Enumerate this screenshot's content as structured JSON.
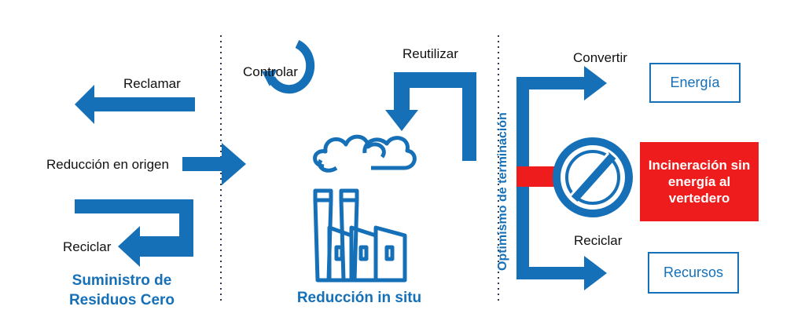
{
  "left": {
    "reclamar": "Reclamar",
    "reduccion_origen": "Reducción en origen",
    "reciclar": "Reciclar",
    "title_line1": "Suministro de",
    "title_line2": "Residuos Cero"
  },
  "middle": {
    "controlar": "Controlar",
    "reutilizar": "Reutilizar",
    "title": "Reducción in situ"
  },
  "right": {
    "vertical_label": "Optimismo de terminación",
    "convertir": "Convertir",
    "reciclar": "Reciclar",
    "energia": "Energía",
    "recursos": "Recursos",
    "incineracion": "Incineración sin energía al vertedero"
  },
  "colors": {
    "blue": "#1570b8",
    "red": "#ee1c1c"
  }
}
